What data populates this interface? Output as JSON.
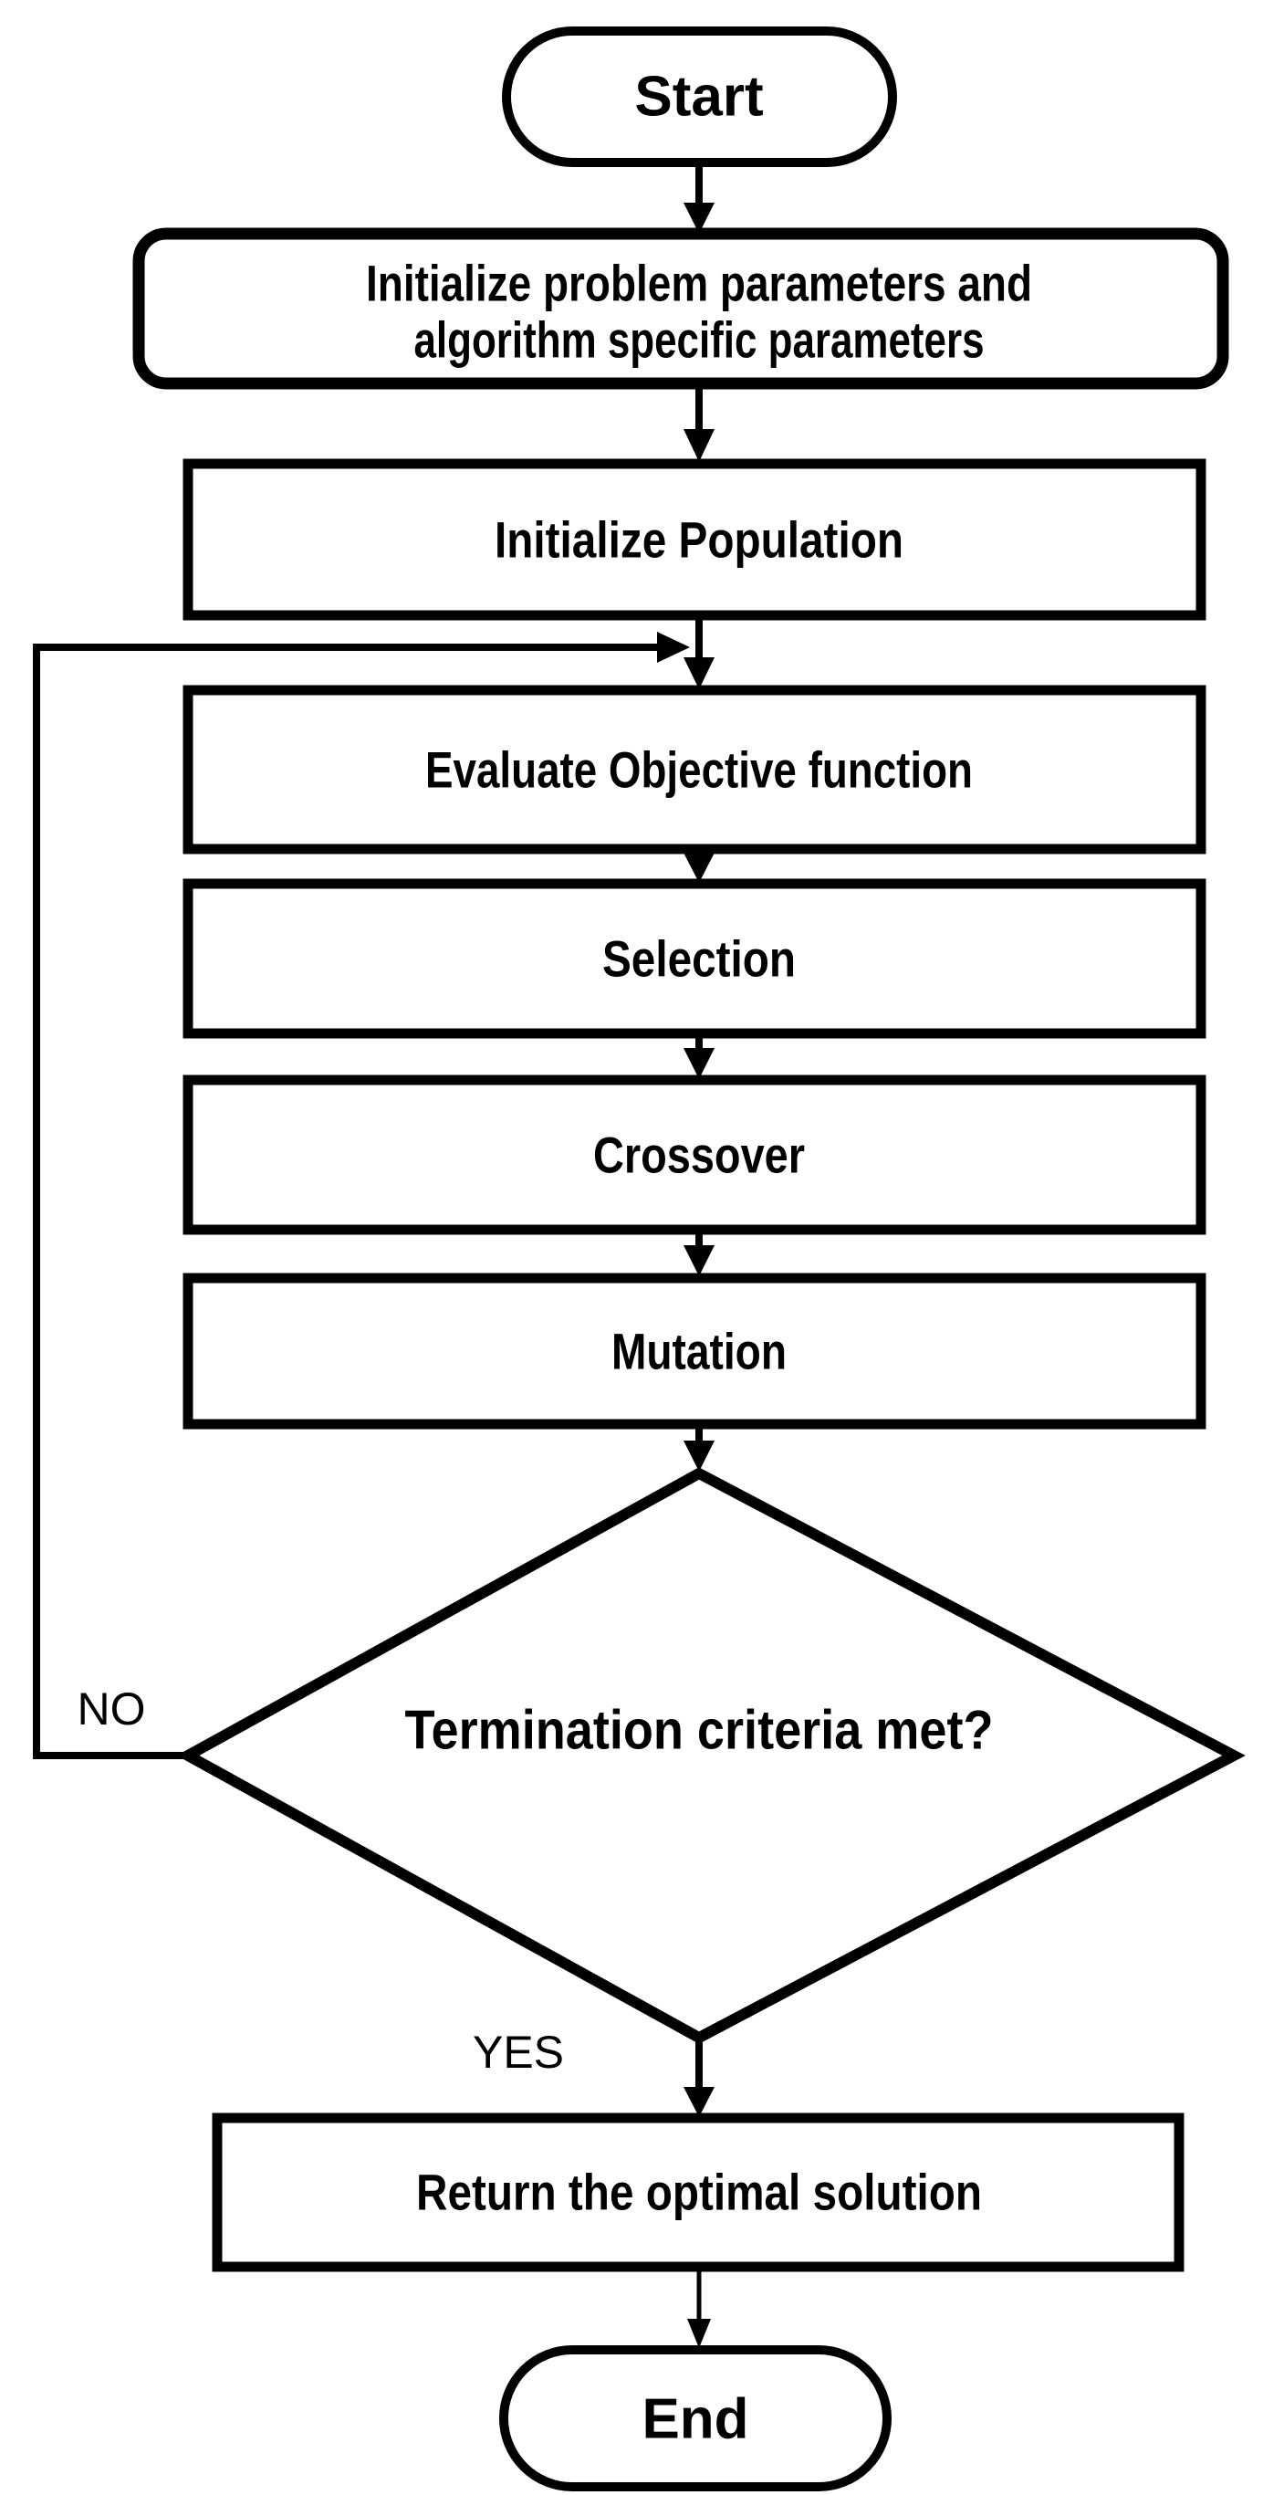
{
  "diagram": {
    "type": "flowchart",
    "colors": {
      "stroke": "#000000",
      "fill": "#ffffff",
      "text": "#000000"
    },
    "nodes": {
      "start": {
        "shape": "stadium",
        "label": "Start"
      },
      "init_params": {
        "shape": "rounded-rect",
        "line1": "Initialize problem parameters and",
        "line2": "algorithm specific parameters"
      },
      "init_population": {
        "shape": "rect",
        "label": "Initialize Population"
      },
      "evaluate": {
        "shape": "rect",
        "label": "Evaluate Objective function"
      },
      "selection": {
        "shape": "rect",
        "label": "Selection"
      },
      "crossover": {
        "shape": "rect",
        "label": "Crossover"
      },
      "mutation": {
        "shape": "rect",
        "label": "Mutation"
      },
      "decision": {
        "shape": "diamond",
        "label": "Termination criteria met?"
      },
      "return_solution": {
        "shape": "rect",
        "label": "Return the optimal solution"
      },
      "end": {
        "shape": "stadium",
        "label": "End"
      }
    },
    "edge_labels": {
      "no": "NO",
      "yes": "YES"
    }
  }
}
